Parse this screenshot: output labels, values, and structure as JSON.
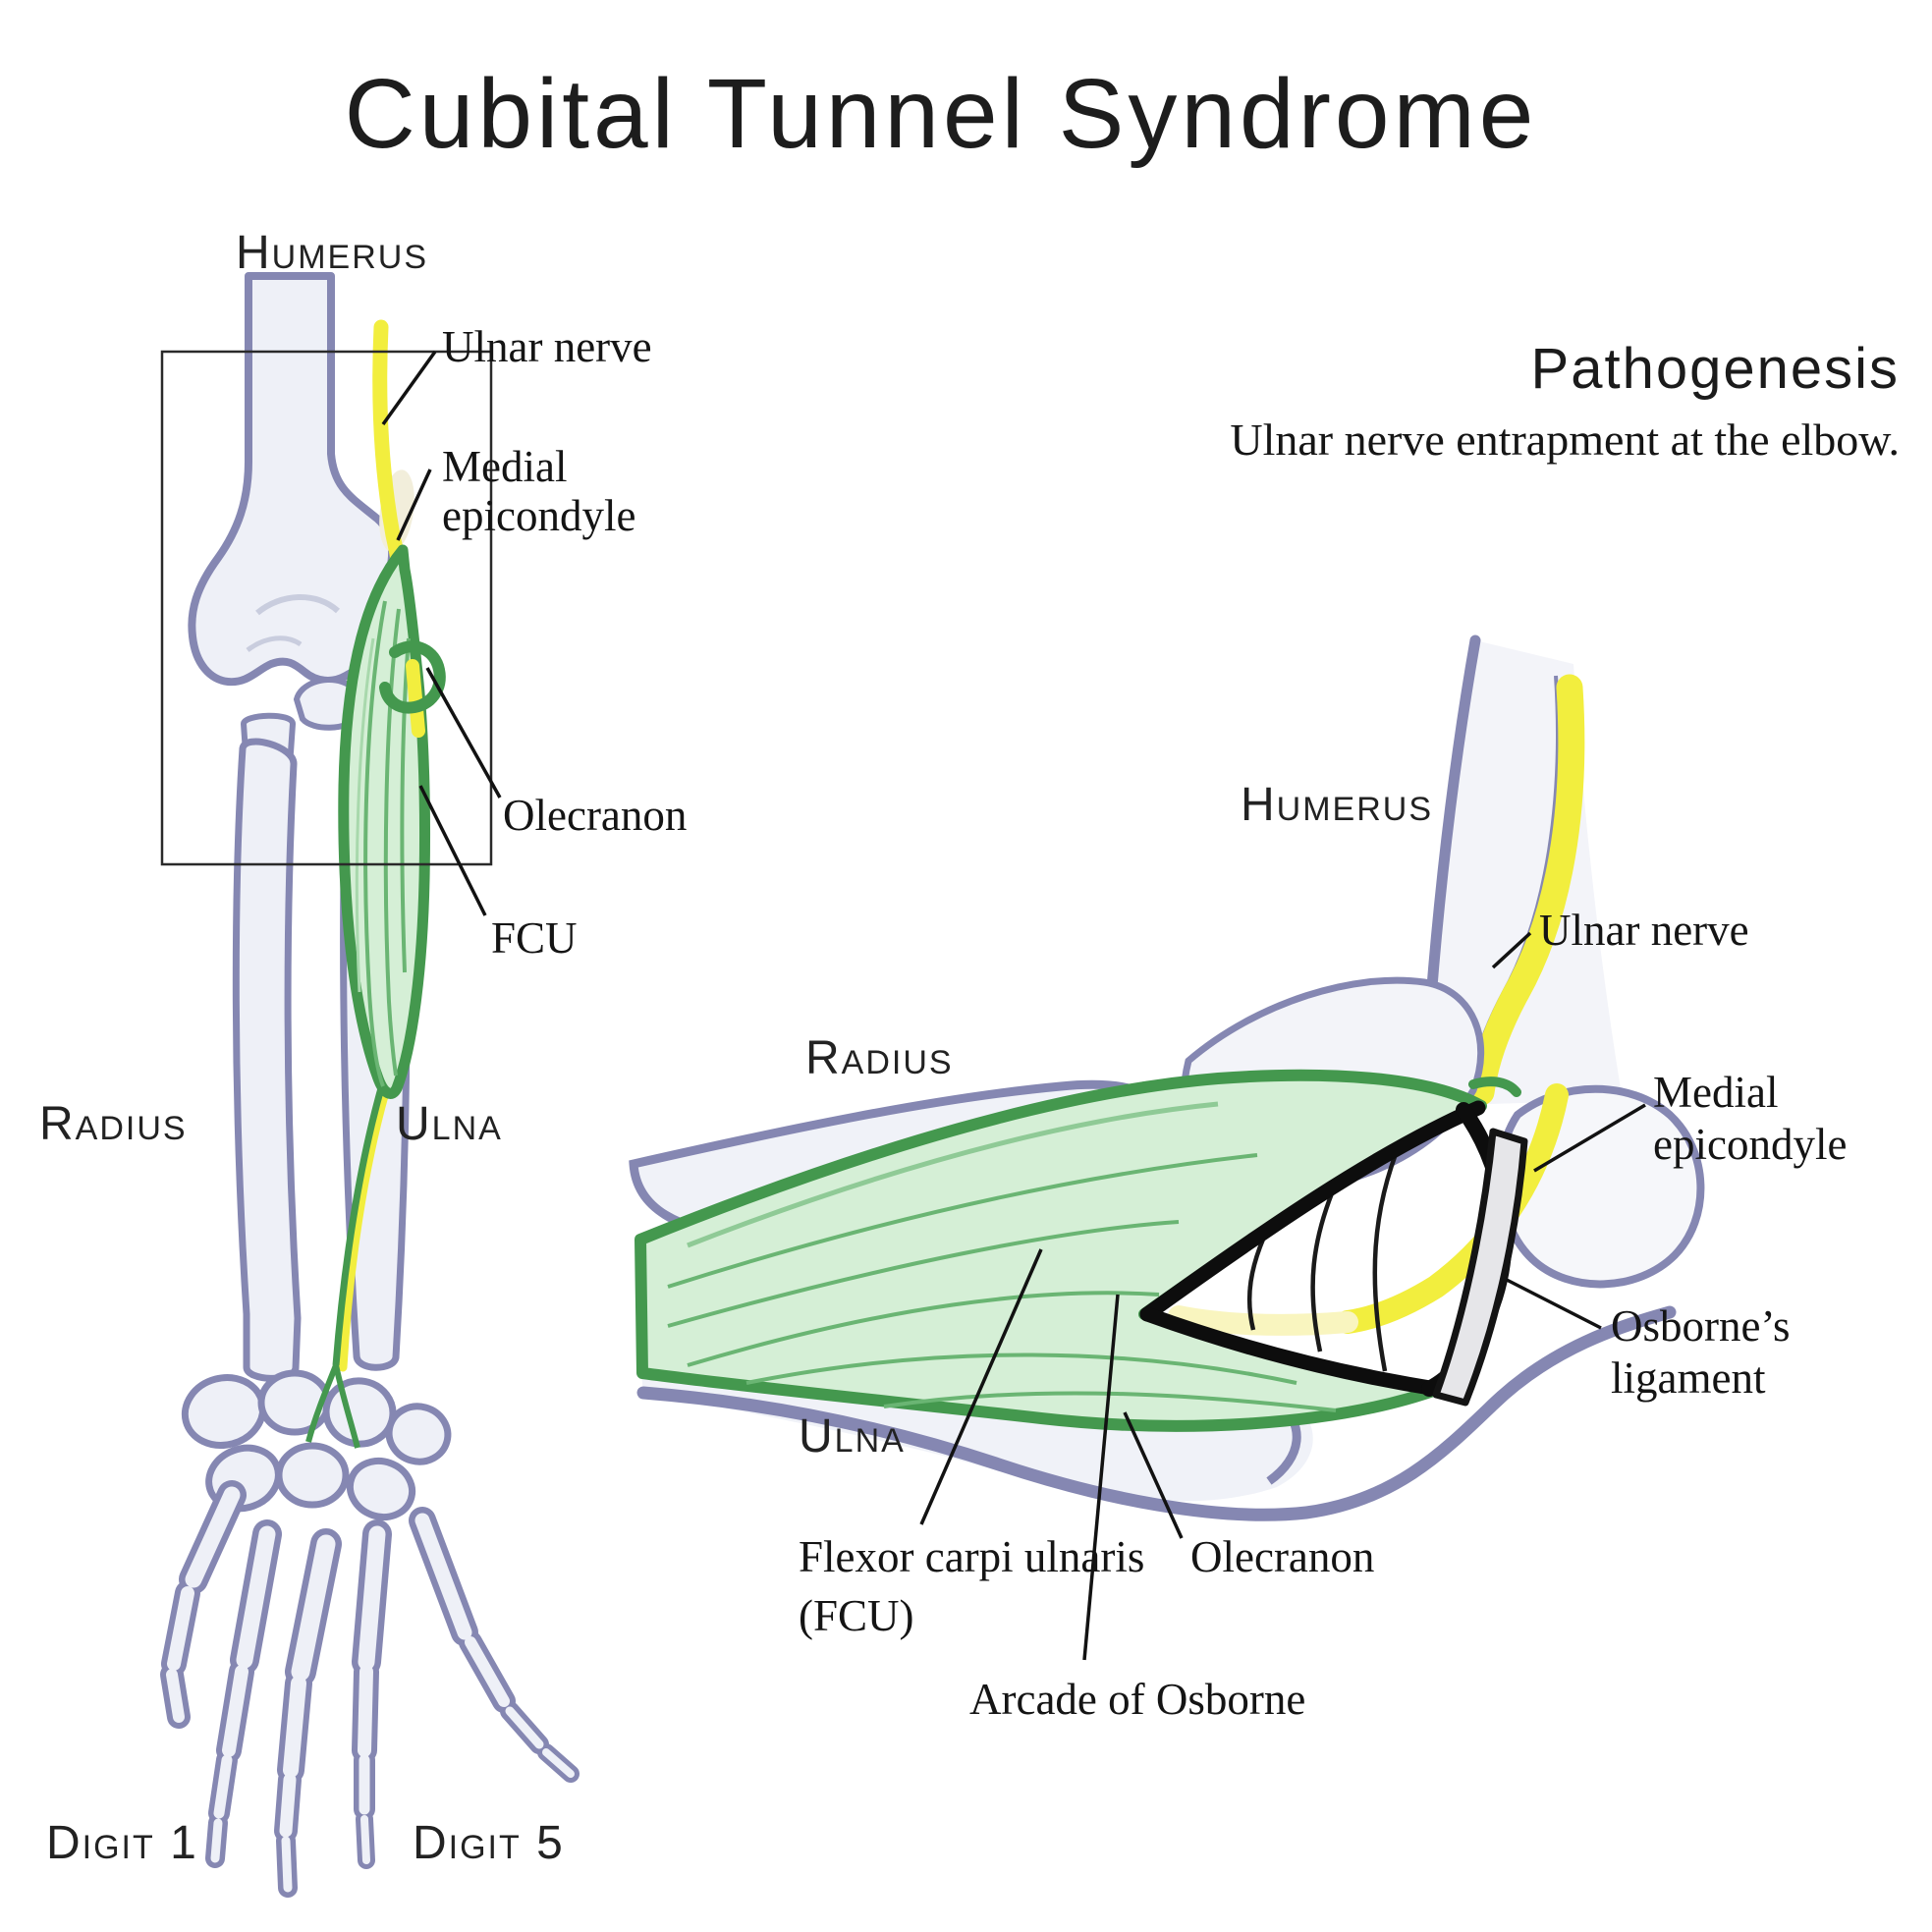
{
  "title": "Cubital Tunnel Syndrome",
  "left_panel": {
    "humerus_label": "Humerus",
    "radius_label": "Radius",
    "ulna_label": "Ulna",
    "digit1_label": "Digit 1",
    "digit5_label": "Digit 5",
    "ulnar_nerve_label": "Ulnar nerve",
    "medial_epicondyle_line1": "Medial",
    "medial_epicondyle_line2": "epicondyle",
    "olecranon_label": "Olecranon",
    "fcu_label": "FCU"
  },
  "right_panel": {
    "heading": "Pathogenesis",
    "subheading": "Ulnar nerve entrapment at the elbow.",
    "humerus_label": "Humerus",
    "radius_label": "Radius",
    "ulna_label": "Ulna",
    "ulnar_nerve_label": "Ulnar nerve",
    "medial_epicondyle_line1": "Medial",
    "medial_epicondyle_line2": "epicondyle",
    "osborne_ligament_line1": "Osborne’s",
    "osborne_ligament_line2": "ligament",
    "olecranon_label": "Olecranon",
    "fcu_line1": "Flexor carpi ulnaris",
    "fcu_line2": "(FCU)",
    "arcade_label": "Arcade of Osborne"
  },
  "colors": {
    "bone_fill": "#eef0f7",
    "bone_outline": "#8587b2",
    "bone_outline_dark": "#5b5d7d",
    "nerve_yellow": "#f2ee3e",
    "nerve_yellow_pale": "#f9f5bf",
    "muscle_fill": "#d5efd6",
    "muscle_outline": "#44984e",
    "muscle_striation": "#6ab573",
    "ligament_gray": "#e6e6e9",
    "tunnel_black": "#0d0d0d",
    "ink": "#1b1b1b"
  }
}
